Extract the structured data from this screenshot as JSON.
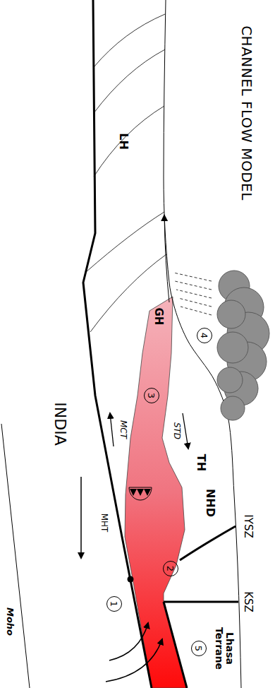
{
  "diagram": {
    "title": "CHANNEL FLOW MODEL",
    "nodes": [
      {
        "text": [
          "1"
        ]
      },
      {
        "text": [
          "2"
        ]
      },
      {
        "text": [
          "3"
        ]
      },
      {
        "text": [
          "4"
        ]
      },
      {
        "text": [
          "5"
        ]
      }
    ],
    "labels": [
      "Lhasa Terrane",
      "IYSZ",
      "KSZ",
      "NHD",
      "TH",
      "GH",
      "LH",
      "STD",
      "MCT",
      "MHT",
      "INDIA",
      "Moho"
    ]
  }
}
